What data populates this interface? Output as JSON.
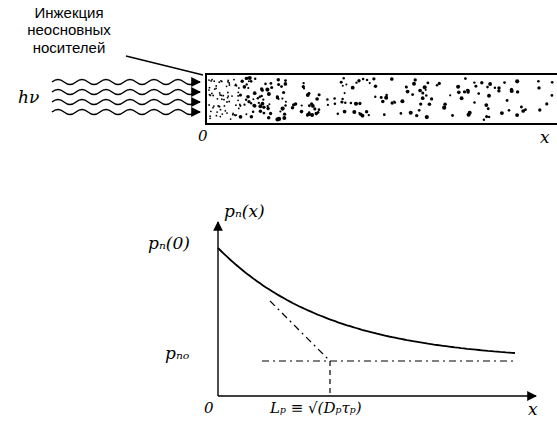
{
  "diagram": {
    "labels": [
      "Инжекция неосновных носителей",
      "hν",
      "0",
      "x",
      "pₙ(x)",
      "pₙ(0)",
      "pₙₒ",
      "0",
      "Lₚ ≡ √(Dₚτₚ)",
      "x"
    ]
  }
}
